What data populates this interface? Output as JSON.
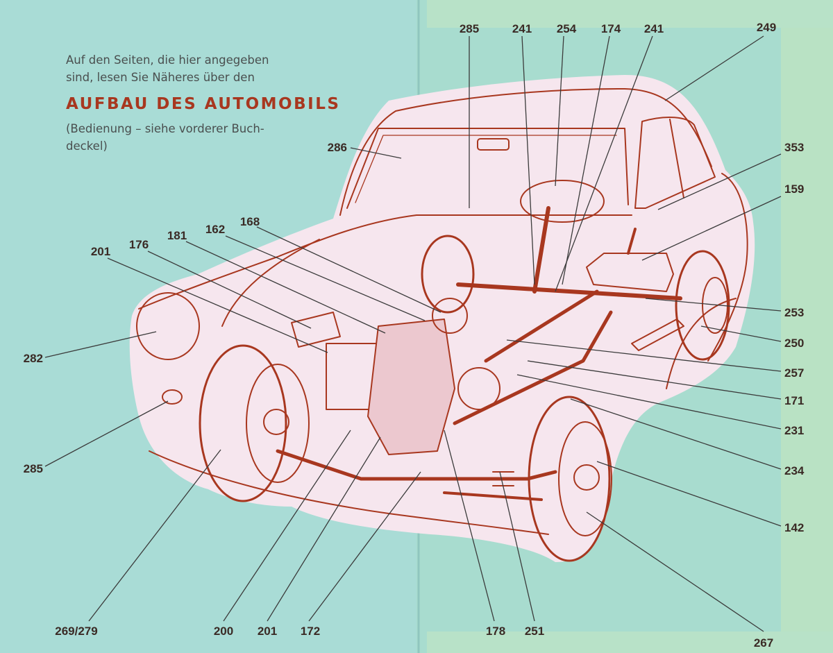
{
  "intro": {
    "line1": "Auf den Seiten, die hier angegeben",
    "line2": "sind, lesen Sie Näheres über den",
    "title": "AUFBAU DES AUTOMOBILS",
    "note1": "(Bedienung – siehe vorderer Buch-",
    "note2": "deckel)"
  },
  "colors": {
    "background": "#a9dcd6",
    "page_right": "#a8dccf",
    "car_fill": "#f6e6ee",
    "ink": "#a8371f",
    "text": "#4a4f4f"
  },
  "callouts": [
    {
      "id": "c285_top",
      "label": "285"
    },
    {
      "id": "c241_a",
      "label": "241"
    },
    {
      "id": "c254",
      "label": "254"
    },
    {
      "id": "c174",
      "label": "174"
    },
    {
      "id": "c241_b",
      "label": "241"
    },
    {
      "id": "c249",
      "label": "249"
    },
    {
      "id": "c286",
      "label": "286"
    },
    {
      "id": "c353",
      "label": "353"
    },
    {
      "id": "c159",
      "label": "159"
    },
    {
      "id": "c168",
      "label": "168"
    },
    {
      "id": "c162",
      "label": "162"
    },
    {
      "id": "c181",
      "label": "181"
    },
    {
      "id": "c176",
      "label": "176"
    },
    {
      "id": "c201_top",
      "label": "201"
    },
    {
      "id": "c253",
      "label": "253"
    },
    {
      "id": "c250",
      "label": "250"
    },
    {
      "id": "c282",
      "label": "282"
    },
    {
      "id": "c257",
      "label": "257"
    },
    {
      "id": "c171",
      "label": "171"
    },
    {
      "id": "c231",
      "label": "231"
    },
    {
      "id": "c285_left",
      "label": "285"
    },
    {
      "id": "c234",
      "label": "234"
    },
    {
      "id": "c142",
      "label": "142"
    },
    {
      "id": "c269_279",
      "label": "269/279"
    },
    {
      "id": "c200",
      "label": "200"
    },
    {
      "id": "c201_bottom",
      "label": "201"
    },
    {
      "id": "c172",
      "label": "172"
    },
    {
      "id": "c178",
      "label": "178"
    },
    {
      "id": "c251",
      "label": "251"
    },
    {
      "id": "c267",
      "label": "267"
    }
  ]
}
